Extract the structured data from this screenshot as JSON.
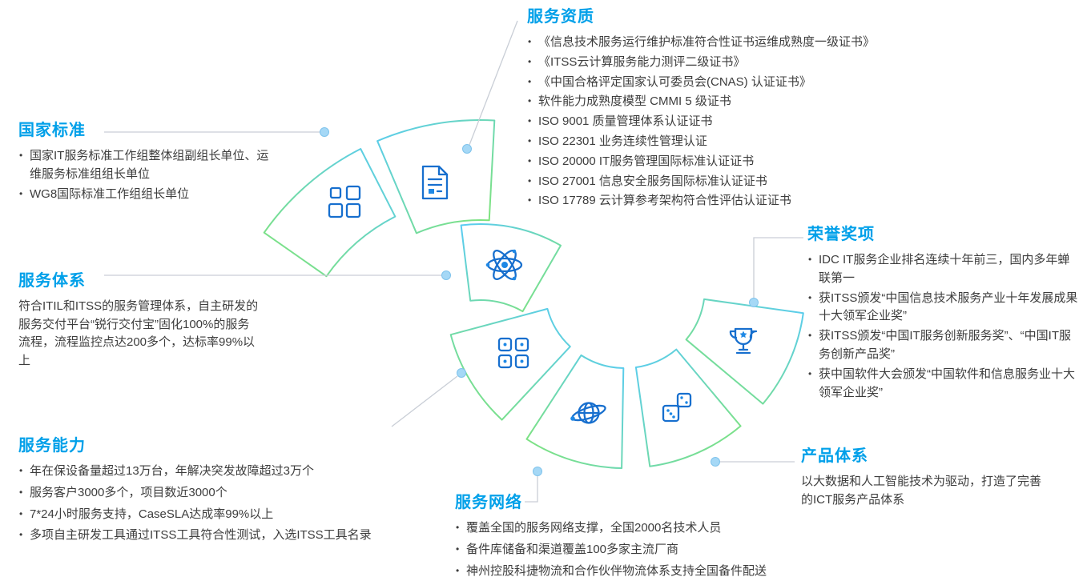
{
  "colors": {
    "heading": "#00A0E9",
    "body_text": "#3D3D3D",
    "ring_blue": "#58CBF4",
    "ring_green": "#82E573",
    "icon_blue": "#176FCE",
    "icon_fill": "#1E88E5",
    "connector_gray": "#C9CED6",
    "dot_blue": "#A5D8F6"
  },
  "icons": {
    "national_standards": "grid-icon",
    "service_qualifications": "certificate-icon",
    "service_system": "atom-icon",
    "service_capability": "apps-icon",
    "service_network": "globe-icon",
    "product_system": "dice-icon",
    "honors_awards": "trophy-icon"
  },
  "sections": {
    "national_standards": {
      "title": "国家标准",
      "items": [
        "国家IT服务标准工作组整体组副组长单位、运维服务标准组组长单位",
        "WG8国际标准工作组组长单位"
      ]
    },
    "service_qualifications": {
      "title": "服务资质",
      "items": [
        "《信息技术服务运行维护标准符合性证书运维成熟度一级证书》",
        "《ITSS云计算服务能力测评二级证书》",
        "《中国合格评定国家认可委员会(CNAS) 认证证书》",
        "软件能力成熟度模型 CMMI 5 级证书",
        "ISO 9001 质量管理体系认证证书",
        "ISO 22301 业务连续性管理认证",
        "ISO 20000 IT服务管理国际标准认证证书",
        "ISO 27001 信息安全服务国际标准认证证书",
        "ISO 17789 云计算参考架构符合性评估认证证书"
      ]
    },
    "service_system": {
      "title": "服务体系",
      "paragraph": "符合ITIL和ITSS的服务管理体系，自主研发的服务交付平台“锐行交付宝”固化100%的服务流程，流程监控点达200多个，达标率99%以上"
    },
    "honors_awards": {
      "title": "荣誉奖项",
      "items": [
        "IDC  IT服务企业排名连续十年前三，国内多年蝉联第一",
        "获ITSS颁发“中国信息技术服务产业十年发展成果十大领军企业奖”",
        "获ITSS颁发“中国IT服务创新服务奖”、“中国IT服务创新产品奖”",
        "获中国软件大会颁发“中国软件和信息服务业十大领军企业奖”"
      ]
    },
    "service_capability": {
      "title": "服务能力",
      "items": [
        "年在保设备量超过13万台，年解决突发故障超过3万个",
        "服务客户3000多个，项目数近3000个",
        "7*24小时服务支持，CaseSLA达成率99%以上",
        "多项自主研发工具通过ITSS工具符合性测试，入选ITSS工具名录"
      ]
    },
    "service_network": {
      "title": "服务网络",
      "items": [
        "覆盖全国的服务网络支撑，全国2000名技术人员",
        "备件库储备和渠道覆盖100多家主流厂商",
        "神州控股科捷物流和合作伙伴物流体系支持全国备件配送"
      ]
    },
    "product_system": {
      "title": "产品体系",
      "paragraph": "以大数据和人工智能技术为驱动，打造了完善的ICT服务产品体系"
    }
  }
}
